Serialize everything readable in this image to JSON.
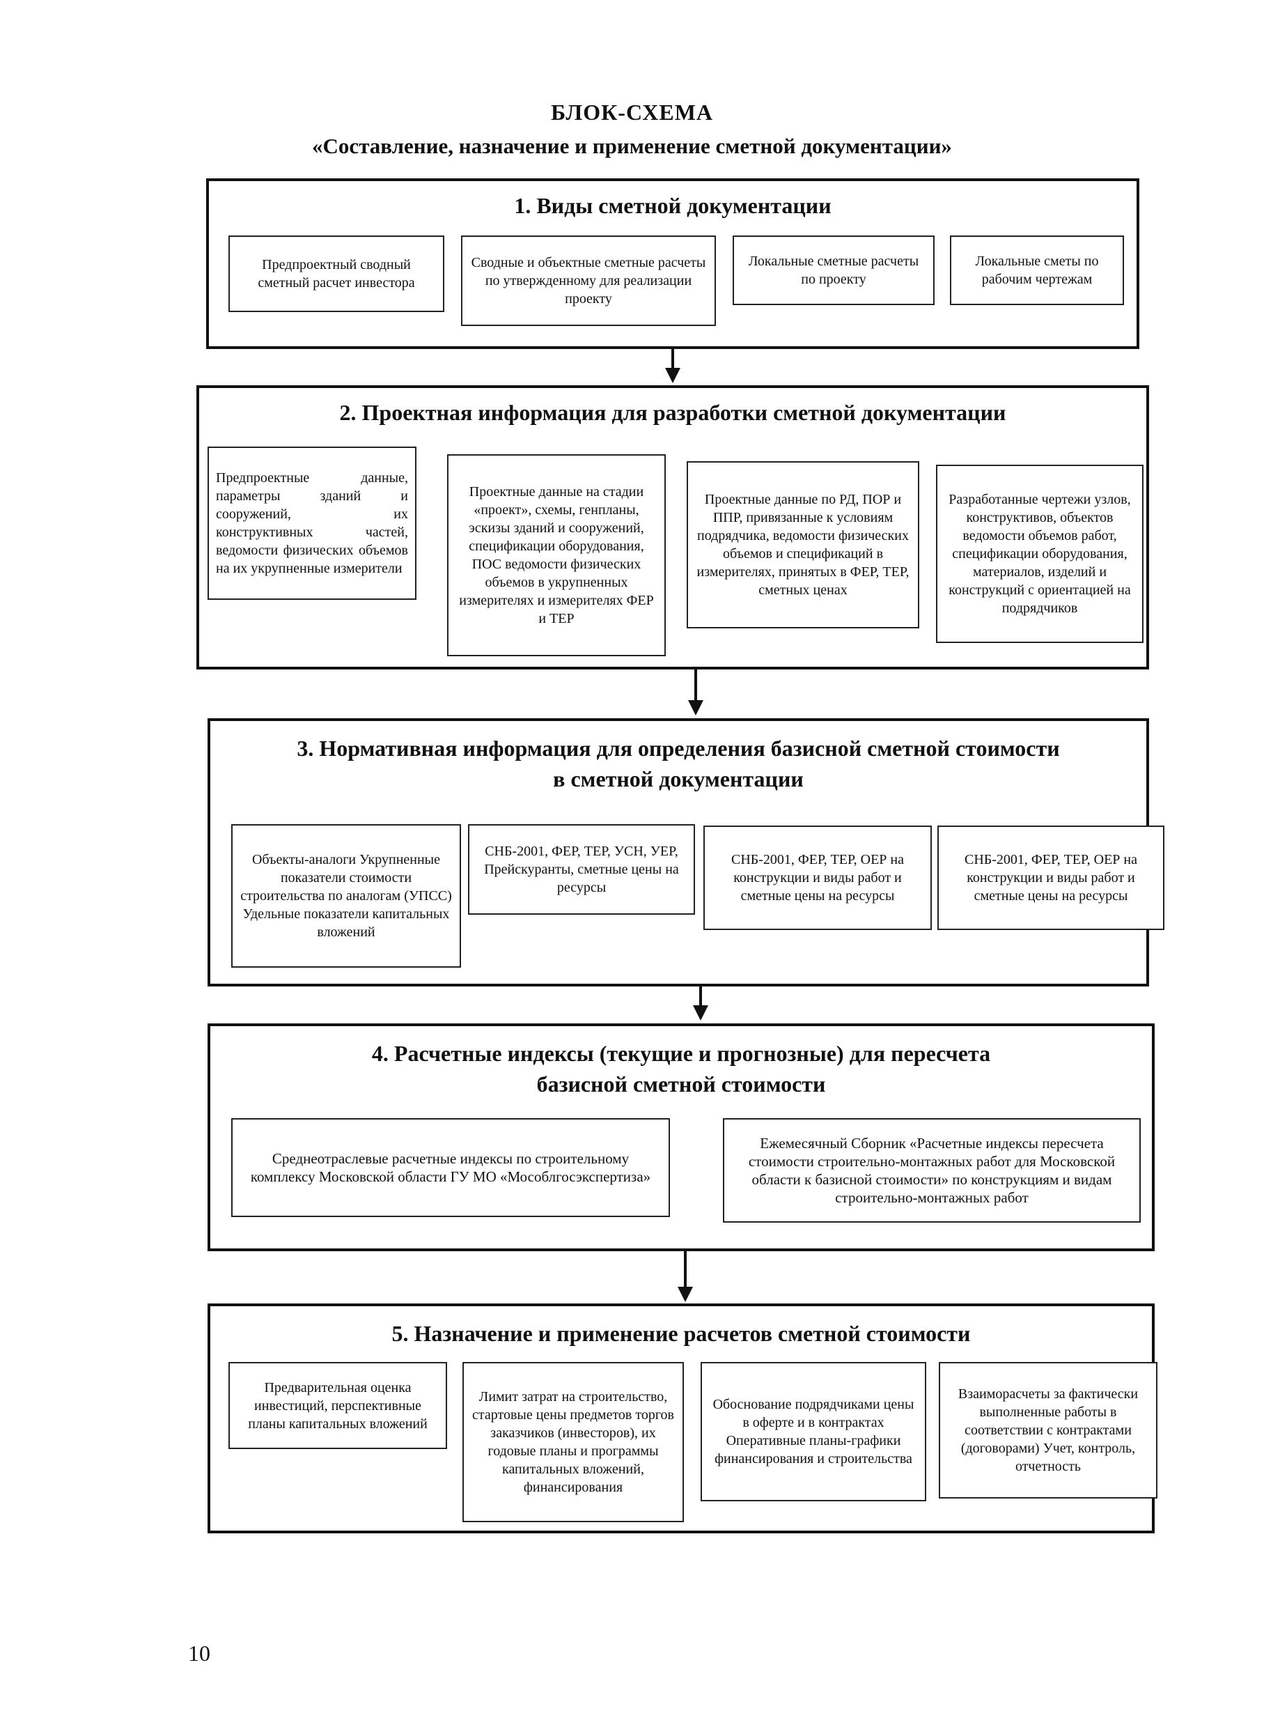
{
  "title": "БЛОК-СХЕМА",
  "subtitle": "«Составление, назначение и применение сметной документации»",
  "sections": [
    {
      "heading": "1. Виды сметной документации",
      "boxes": [
        "Предпроектный сводный сметный расчет инвестора",
        "Сводные и объектные сметные расчеты по утвержденному для реализации проекту",
        "Локальные сметные расчеты по проекту",
        "Локальные сметы по рабочим чертежам"
      ]
    },
    {
      "heading": "2. Проектная информация для разработки сметной документации",
      "boxes": [
        "Предпроектные данные, параметры зданий и сооружений, их конструктивных частей, ведомости физических объемов на их укрупненные измерители",
        "Проектные данные на стадии «проект», схемы, генпланы, эскизы зданий и сооружений, спецификации оборудования, ПОС ведомости физических объемов в укрупненных измерителях и измерителях ФЕР и ТЕР",
        "Проектные данные по РД, ПОР и ППР, привязанные к условиям подрядчика, ведомости физических объемов и спецификаций в измерителях, принятых в ФЕР, ТЕР, сметных ценах",
        "Разработанные чертежи узлов, конструктивов, объектов ведомости объемов работ, спецификации оборудования, материалов, изделий и конструкций с ориентацией на подрядчиков"
      ]
    },
    {
      "heading_line1": "3. Нормативная информация для определения базисной сметной стоимости",
      "heading_line2": "в сметной документации",
      "boxes": [
        "Объекты-аналоги Укрупненные показатели стоимости строительства по аналогам (УПСС) Удельные показатели капитальных вложений",
        "СНБ-2001, ФЕР, ТЕР, УСН, УЕР, Прейскуранты, сметные цены на ресурсы",
        "СНБ-2001, ФЕР, ТЕР, ОЕР на конструкции и виды работ и сметные цены на ресурсы",
        "СНБ-2001, ФЕР, ТЕР, ОЕР на конструкции и виды работ и сметные цены на ресурсы"
      ]
    },
    {
      "heading_line1": "4. Расчетные индексы (текущие и прогнозные) для пересчета",
      "heading_line2": "базисной сметной стоимости",
      "boxes": [
        "Среднеотраслевые расчетные индексы по строительному комплексу Московской области ГУ МО «Мособлгосэкспертиза»",
        "Ежемесячный Сборник «Расчетные индексы пересчета стоимости строительно-монтажных работ для Московской области к базисной стоимости» по конструкциям и видам строительно-монтажных работ"
      ]
    },
    {
      "heading": "5. Назначение и применение расчетов сметной стоимости",
      "boxes": [
        "Предварительная оценка инвестиций, перспективные планы капитальных вложений",
        "Лимит затрат на строительство, стартовые цены предметов торгов заказчиков (инвесторов), их годовые планы и программы капитальных вложений, финансирования",
        "Обоснование подрядчиками цены в оферте и в контрактах Оперативные планы-графики финансирования и строительства",
        "Взаиморасчеты за фактически выполненные работы в соответствии с контрактами (договорами) Учет, контроль, отчетность"
      ]
    }
  ],
  "page_number": "10"
}
